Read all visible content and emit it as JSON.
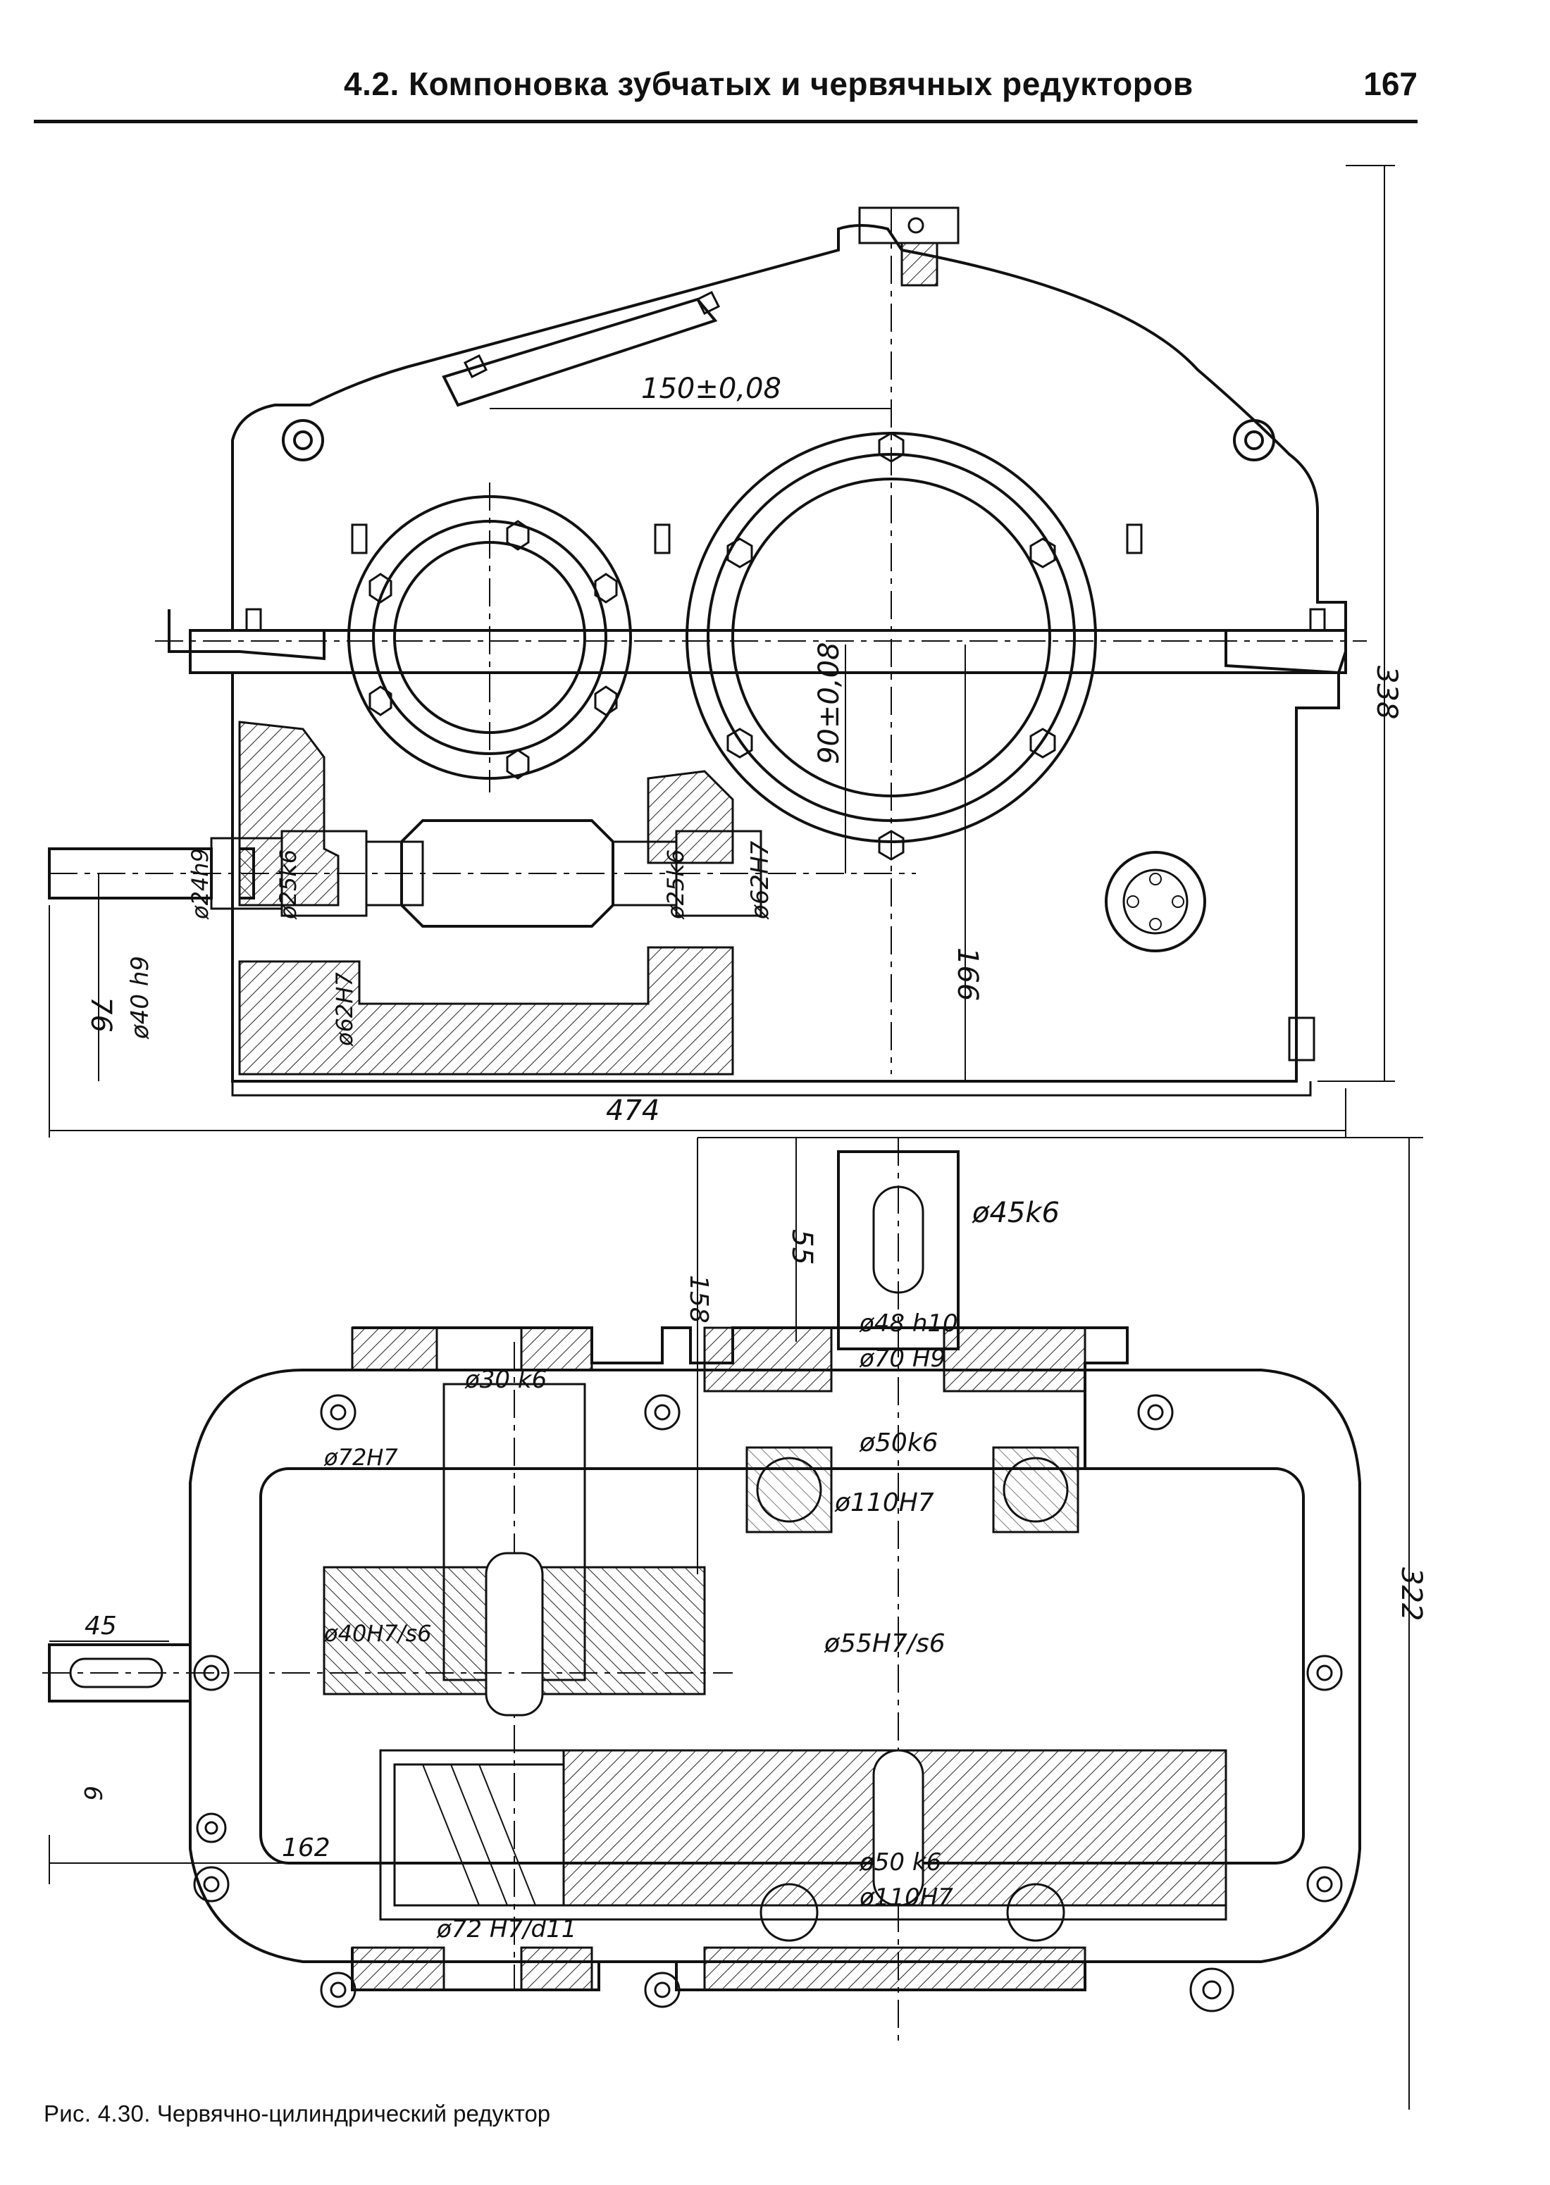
{
  "header": {
    "section_title": "4.2. Компоновка зубчатых и червячных редукторов",
    "page_number": "167"
  },
  "figure": {
    "caption_label": "Рис. 4.30.",
    "caption_text": "Червячно-цилиндрический редуктор",
    "front_view": {
      "dim_center_distance": "150±0,08",
      "dim_worm_axis": "90±0,08",
      "dim_height_total": "338",
      "dim_axis_height": "166",
      "dim_length_total": "474",
      "dim_shaft_stickout": "76",
      "fit_shaft_end": "ø40 h9",
      "fit_seal_journal": "ø24h9",
      "fit_bearing_journal_left": "ø25k6",
      "fit_bearing_journal_right": "ø25k6",
      "fit_housing_bore_left": "ø62H7",
      "fit_housing_bore_right": "ø62H7"
    },
    "plan_view": {
      "dim_output_shaft_length": "55",
      "fit_output_shaft_end": "ø45k6",
      "dim_output_offset": "158",
      "fit_seal_output": "ø48 h10",
      "fit_cover_output": "ø70 H9",
      "fit_bearing_upper": "ø50k6",
      "fit_bore_upper": "ø110H7",
      "fit_shaft_upper_left": "ø30 k6",
      "fit_bore_upper_left": "ø72H7",
      "fit_wheel_hub": "ø40H7/s6",
      "fit_gear_hub": "ø55H7/s6",
      "fit_bearing_lower": "ø50 k6",
      "fit_bore_lower": "ø110H7",
      "fit_cover_lower_left": "ø72 H7/d11",
      "dim_width_total": "322",
      "dim_input_shaft": "45",
      "dim_worm_length": "162",
      "dim_small_6": "6"
    }
  }
}
